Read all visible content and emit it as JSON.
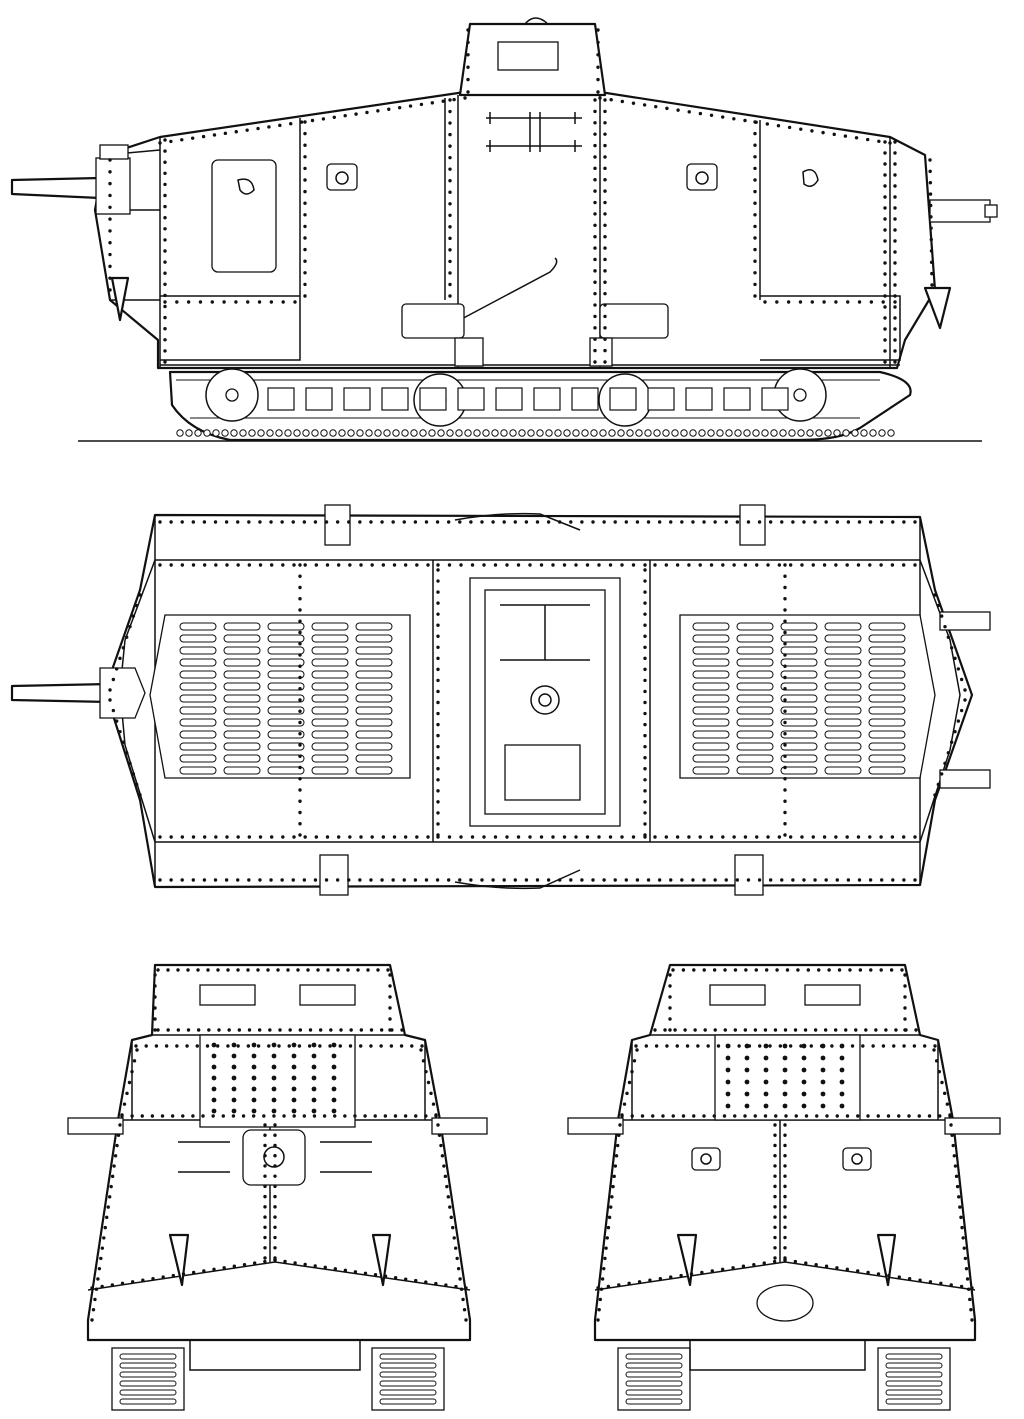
{
  "drawing": {
    "subject": "tank-technical-drawing",
    "views": [
      {
        "id": "side-view",
        "title": ""
      },
      {
        "id": "top-view",
        "title": ""
      },
      {
        "id": "front-view",
        "title": ""
      },
      {
        "id": "rear-view",
        "title": ""
      }
    ],
    "colors": {
      "ink": "#111111",
      "paper": "#ffffff"
    }
  }
}
